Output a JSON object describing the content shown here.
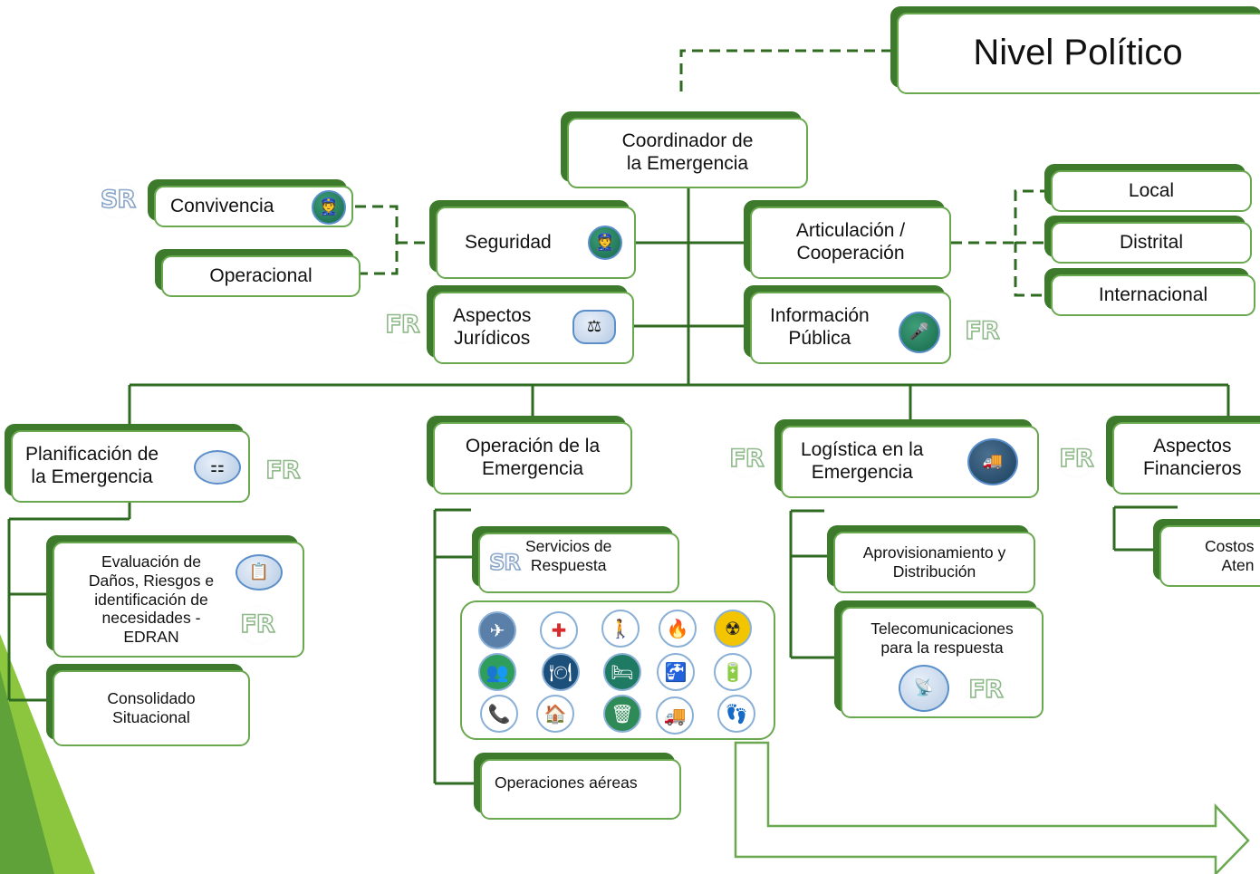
{
  "title": "Nivel Político",
  "coordinator": "Coordinador de\nla Emergencia",
  "seguridad": "Seguridad",
  "convivencia": "Convivencia",
  "operacional": "Operacional",
  "aspectos_juridicos": "Aspectos\nJurídicos",
  "articulacion": "Articulación /\nCooperación",
  "informacion_publica": "Información\nPública",
  "cooperation_levels": [
    "Local",
    "Distrital",
    "Internacional"
  ],
  "planificacion": "Planificación de\nla Emergencia",
  "edran": "Evaluación de\nDaños, Riesgos e\nidentificación de\nnecesidades -\nEDRAN",
  "consolidado": "Consolidado\nSituacional",
  "operacion": "Operación de la\nEmergencia",
  "servicios_respuesta": "Servicios de\nRespuesta",
  "operaciones_aereas": "Operaciones aéreas",
  "logistica": "Logística en la\nEmergencia",
  "aprovisionamiento": "Aprovisionamiento y\nDistribución",
  "telecomunicaciones": "Telecomunicaciones\npara la respuesta",
  "aspectos_financieros": "Aspectos\nFinancieros",
  "costos": "Costos\nAten",
  "badges": {
    "fr": "FR",
    "sr": "SR"
  },
  "service_icons": [
    "search-rescue-icon",
    "health-icon",
    "security-person-icon",
    "fire-icon",
    "hazmat-icon",
    "community-icon",
    "food-icon",
    "accommodation-icon",
    "water-icon",
    "energy-icon",
    "telecom-icon",
    "housing-icon",
    "waste-icon",
    "transport-icon",
    "footprints-icon"
  ],
  "colors": {
    "green_dark": "#3d7a2c",
    "green_border": "#6aa84f",
    "connector": "#2e6b21",
    "triangle": "#7cc242"
  }
}
